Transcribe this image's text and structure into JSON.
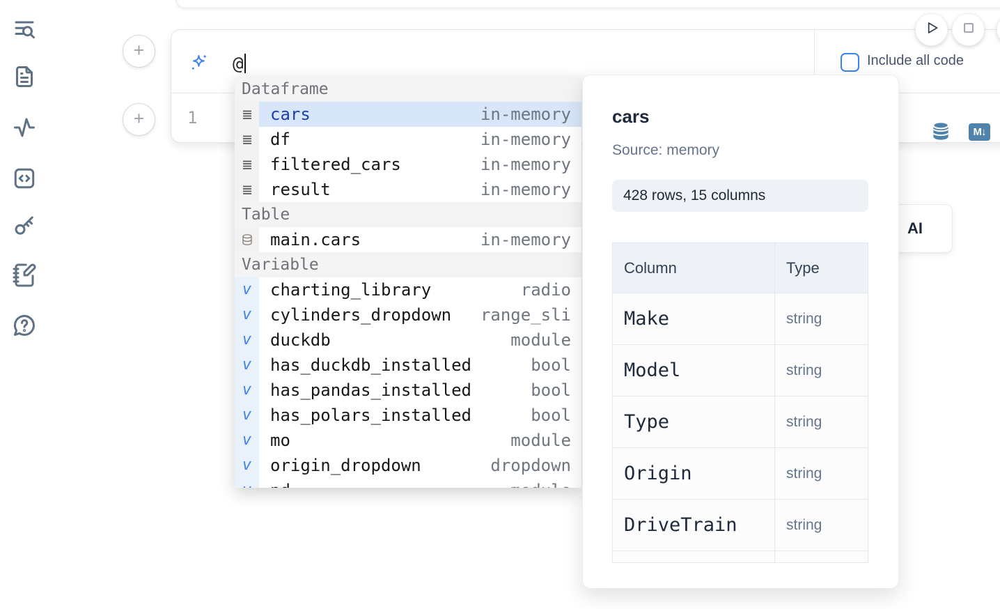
{
  "colors": {
    "accent": "#3b82f6",
    "steel_blue": "#4f83ab",
    "selected_row_bg": "#d7e7f9",
    "selected_row_text": "#1e40af",
    "sidebar_icon": "#5f7185"
  },
  "sidebar": {
    "items": [
      {
        "icon": "search-list-icon"
      },
      {
        "icon": "file-icon"
      },
      {
        "icon": "activity-icon"
      },
      {
        "icon": "code-cell-icon"
      },
      {
        "icon": "key-icon"
      },
      {
        "icon": "scratchpad-icon"
      },
      {
        "icon": "help-icon"
      }
    ]
  },
  "run_controls": {
    "buttons": [
      {
        "icon": "play-icon"
      },
      {
        "icon": "stop-icon"
      }
    ]
  },
  "add_cell": {
    "label": "+"
  },
  "ai_assist": {
    "value": "@",
    "include_all_code_label": "Include all code",
    "include_all_code_checked": false
  },
  "editor": {
    "line_number": "1",
    "actions": [
      {
        "icon": "database-icon"
      },
      {
        "icon": "markdown-icon",
        "label": "M↓"
      }
    ]
  },
  "autocomplete": {
    "rows": [
      {
        "kind": "header",
        "label": "Dataframe"
      },
      {
        "kind": "item",
        "icon": "dataframe-icon",
        "name": "cars",
        "type": "in-memory",
        "selected": true
      },
      {
        "kind": "item",
        "icon": "dataframe-icon",
        "name": "df",
        "type": "in-memory"
      },
      {
        "kind": "item",
        "icon": "dataframe-icon",
        "name": "filtered_cars",
        "type": "in-memory"
      },
      {
        "kind": "item",
        "icon": "dataframe-icon",
        "name": "result",
        "type": "in-memory"
      },
      {
        "kind": "header",
        "label": "Table"
      },
      {
        "kind": "item",
        "icon": "table-icon",
        "name": "main.cars",
        "type": "in-memory"
      },
      {
        "kind": "header",
        "label": "Variable"
      },
      {
        "kind": "item",
        "icon": "variable-icon",
        "name": "charting_library",
        "type": "radio"
      },
      {
        "kind": "item",
        "icon": "variable-icon",
        "name": "cylinders_dropdown",
        "type": "range_sli"
      },
      {
        "kind": "item",
        "icon": "variable-icon",
        "name": "duckdb",
        "type": "module"
      },
      {
        "kind": "item",
        "icon": "variable-icon",
        "name": "has_duckdb_installed",
        "type": "bool"
      },
      {
        "kind": "item",
        "icon": "variable-icon",
        "name": "has_pandas_installed",
        "type": "bool"
      },
      {
        "kind": "item",
        "icon": "variable-icon",
        "name": "has_polars_installed",
        "type": "bool"
      },
      {
        "kind": "item",
        "icon": "variable-icon",
        "name": "mo",
        "type": "module"
      },
      {
        "kind": "item",
        "icon": "variable-icon",
        "name": "origin_dropdown",
        "type": "dropdown"
      },
      {
        "kind": "item",
        "icon": "variable-icon",
        "name": "pd",
        "type": "module"
      }
    ]
  },
  "preview": {
    "title": "cars",
    "source": "Source: memory",
    "shape_badge": "428 rows, 15 columns",
    "table": {
      "headers": [
        "Column",
        "Type"
      ],
      "rows": [
        [
          "Make",
          "string"
        ],
        [
          "Model",
          "string"
        ],
        [
          "Type",
          "string"
        ],
        [
          "Origin",
          "string"
        ],
        [
          "DriveTrain",
          "string"
        ]
      ]
    }
  },
  "ai_button": {
    "label": "AI"
  }
}
